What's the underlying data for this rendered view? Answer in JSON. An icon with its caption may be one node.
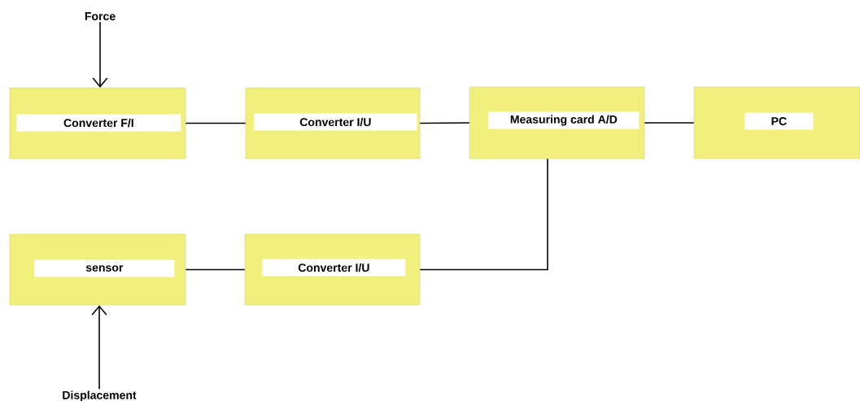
{
  "diagram": {
    "nodes": [
      {
        "text": [
          "Force"
        ]
      },
      {
        "text": [
          "Converter F/I"
        ]
      },
      {
        "text": [
          "Converter I/U"
        ]
      },
      {
        "text": [
          "Measuring card A/D"
        ]
      },
      {
        "text": [
          "PC"
        ]
      },
      {
        "text": [
          "sensor"
        ]
      },
      {
        "text": [
          "Converter I/U"
        ]
      },
      {
        "text": [
          "Displacement"
        ]
      }
    ],
    "edges": [
      {
        "from": 0,
        "to": 1,
        "arrow": "to"
      },
      {
        "from": 1,
        "to": 2,
        "arrow": "none"
      },
      {
        "from": 2,
        "to": 3,
        "arrow": "none"
      },
      {
        "from": 3,
        "to": 4,
        "arrow": "none"
      },
      {
        "from": 5,
        "to": 6,
        "arrow": "none"
      },
      {
        "from": 6,
        "to": 3,
        "arrow": "none"
      },
      {
        "from": 7,
        "to": 5,
        "arrow": "to"
      }
    ]
  }
}
